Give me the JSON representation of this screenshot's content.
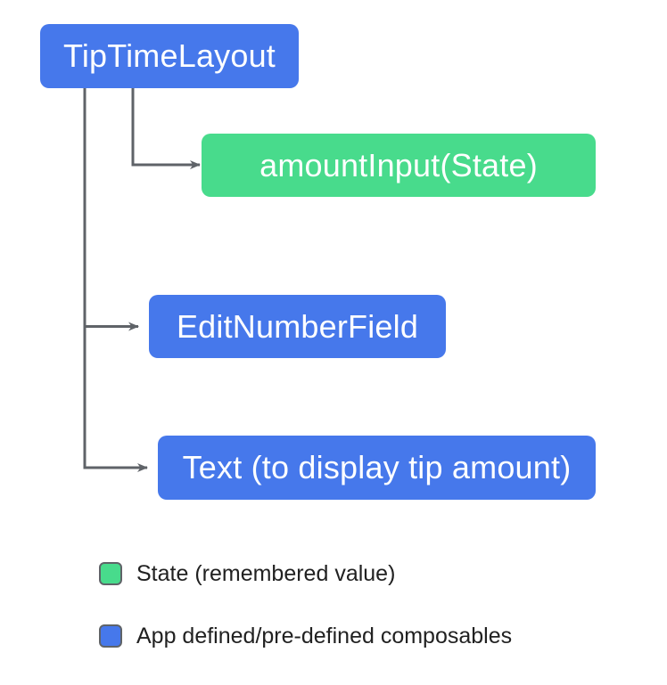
{
  "diagram": {
    "nodes": {
      "root": {
        "label": "TipTimeLayout",
        "kind": "composable"
      },
      "amount": {
        "label": "amountInput(State)",
        "kind": "state"
      },
      "edit_field": {
        "label": "EditNumberField",
        "kind": "composable"
      },
      "text": {
        "label": "Text (to display tip amount)",
        "kind": "composable"
      }
    },
    "legend": [
      {
        "label": "State (remembered value)",
        "color": "#48DB8C"
      },
      {
        "label": "App defined/pre-defined composables",
        "color": "#4678EB"
      }
    ],
    "colors": {
      "composable_blue": "#4678EB",
      "state_green": "#48DB8C",
      "connector_gray": "#5f6368",
      "node_text": "#ffffff",
      "legend_text": "#212121",
      "background": "#ffffff"
    }
  }
}
